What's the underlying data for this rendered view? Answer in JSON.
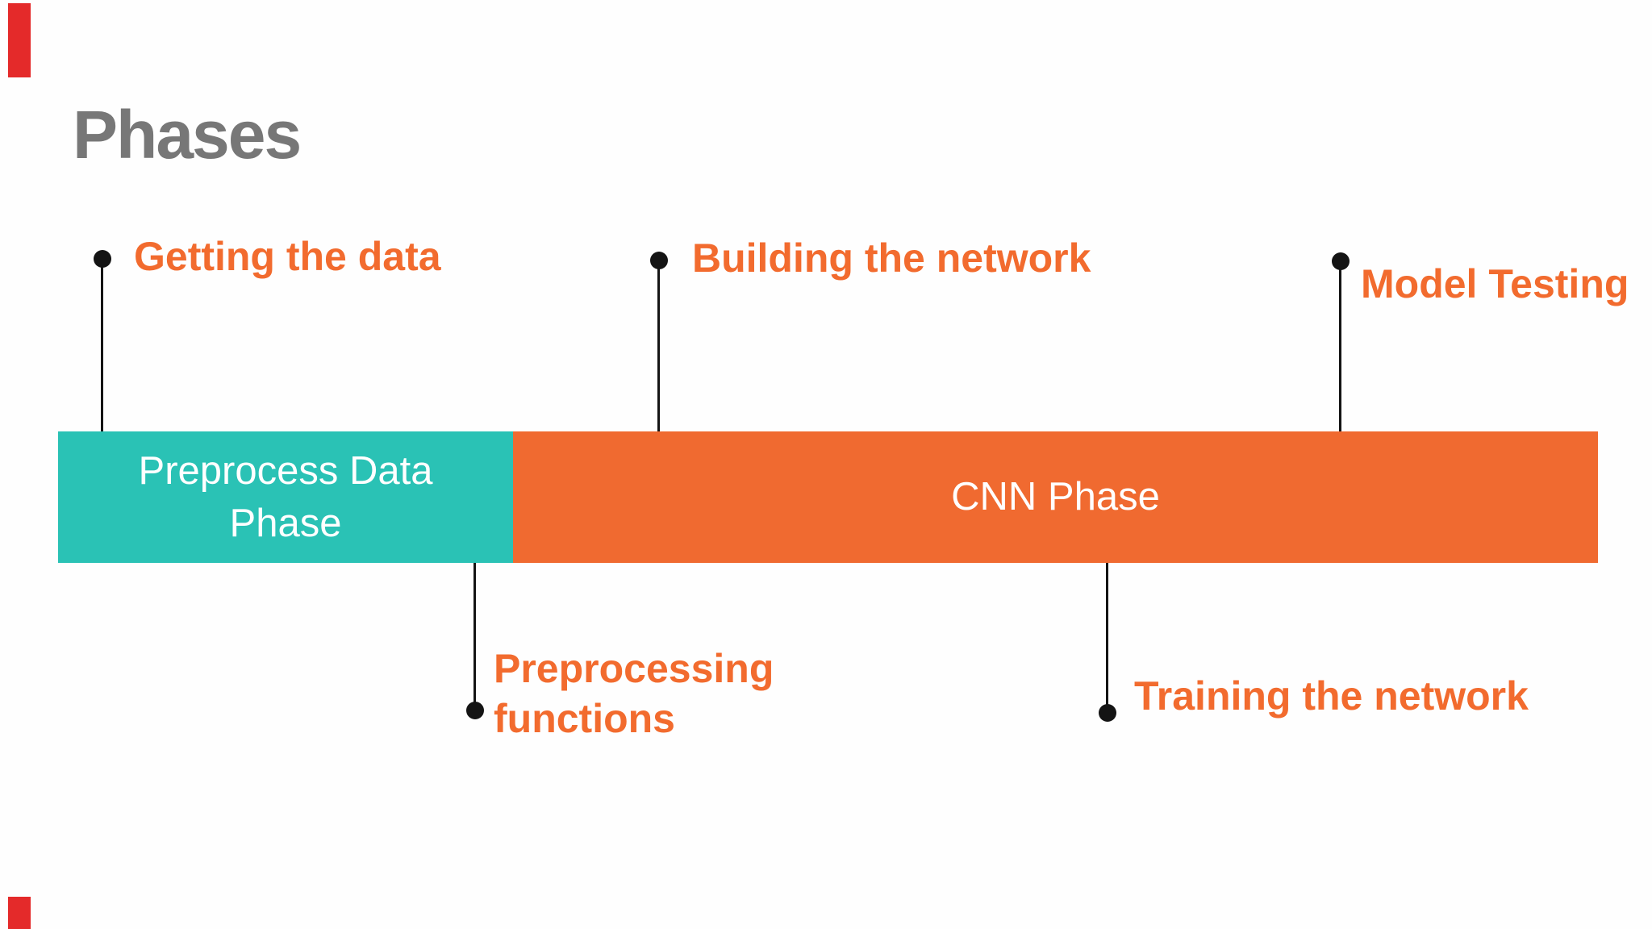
{
  "slide": {
    "title": "Phases",
    "background_color": "#FEFEFE"
  },
  "colors": {
    "title_gray": "#777777",
    "callout_text_orange": "#F26B2E",
    "teal_segment": "#2AC2B5",
    "orange_segment": "#F06A30",
    "bar_label_white": "#FFFFFF",
    "connector_black": "#141414",
    "left_edge_accent_red": "#E42A2A"
  },
  "phase_bar": {
    "segments": [
      {
        "label": "Preprocess Data Phase",
        "color": "#2AC2B5",
        "width_pct": 29.5
      },
      {
        "label": "CNN Phase",
        "color": "#F06A30",
        "width_pct": 70.5
      }
    ]
  },
  "callouts": [
    {
      "label": "Getting the data",
      "position": "above-bar",
      "attached_segment": "Preprocess Data Phase"
    },
    {
      "label": "Building the network",
      "position": "above-bar",
      "attached_segment": "CNN Phase"
    },
    {
      "label": "Model Testing",
      "position": "above-bar",
      "attached_segment": "CNN Phase"
    },
    {
      "label": "Preprocessing functions",
      "position": "below-bar",
      "attached_segment": "Preprocess Data Phase"
    },
    {
      "label": "Training the network",
      "position": "below-bar",
      "attached_segment": "CNN Phase"
    }
  ]
}
